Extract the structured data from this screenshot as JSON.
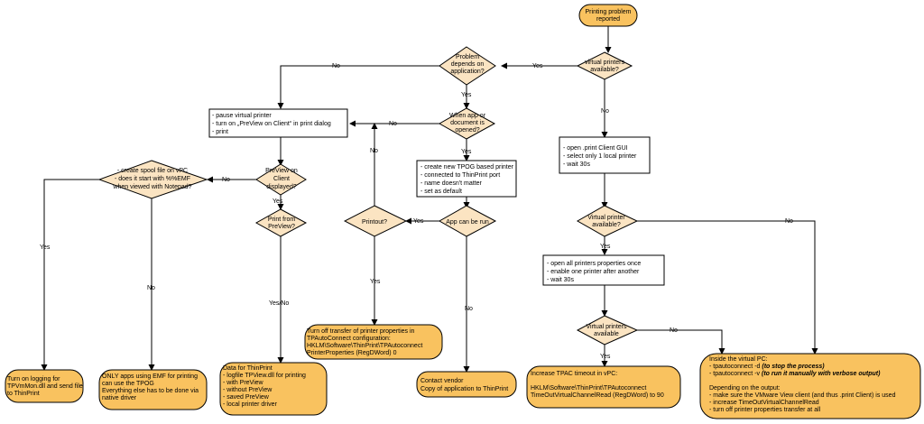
{
  "diagram": {
    "nodes": {
      "start": [
        "Printing problem",
        "reported"
      ],
      "virtual_printers": [
        "virtual printers",
        "available?"
      ],
      "depends_app": [
        "Problem",
        "depends on",
        "application?"
      ],
      "when_app": [
        "When app or",
        "document is",
        "opened?"
      ],
      "pause_box": [
        "- pause virtual printer",
        "- turn on „PreView on Client“ in print dialog",
        "- print"
      ],
      "open_gui": [
        "- open .print Client GUI",
        "- select only 1 local printer",
        "- wait 30s"
      ],
      "create_tpog": [
        "- create new TPOG based printer",
        "- connected to ThinPrint port",
        "- name doesn't matter",
        "- set as default"
      ],
      "preview_client": [
        "PreView on",
        "Client",
        "displayed?"
      ],
      "spool_file": [
        "- create spool file on vPC",
        "- does it start with %%EMF",
        "when viewed with Notepad?"
      ],
      "print_preview": [
        "Print from",
        "PreView?"
      ],
      "printout": [
        "Printout?"
      ],
      "app_run": [
        "App can be run"
      ],
      "vprinter_avail2": [
        "Virtual printer",
        "available?"
      ],
      "open_all": [
        "- open all printers properties once",
        "- enable one printer after another",
        "- wait 30s"
      ],
      "vprinters_avail3": [
        "Virtual printers",
        "available"
      ],
      "turn_off_transfer": [
        "Turn off transfer of printer properties in",
        "TPAutoConnect configuration:",
        "HKLM\\Software\\ThinPrint\\TPAutoconnect",
        "PrinterProperties (RegDWord) 0"
      ],
      "logging": [
        "Turn on logging for",
        "TPVmMon.dll and send file",
        "to ThinPrint"
      ],
      "only_apps": [
        "ONLY apps using EMF for printing",
        "can use the TPOG",
        "Everything else has to be done via",
        "native driver"
      ],
      "data_thinprint": [
        "Data for ThinPrint",
        "- logfile TPView.dll for printing",
        "  - with PreView",
        "  - without PreView",
        "- saved PreView",
        "- local printer driver"
      ],
      "contact_vendor": [
        "Contact vendor",
        "Copy of application to ThinPrint"
      ],
      "increase_tpac": [
        "Increase TPAC timeout in vPC:",
        "",
        "HKLM\\Software\\ThinPrint\\TPAutoconnect",
        "TimeOutVirtualChannelRead (RegDWord) to 90"
      ],
      "inside_vpc": [
        "Inside the virtual PC:",
        "- tpautoconnect -d (to stop the process)",
        "- tpautoconnect -v (to run it manually with verbose output)",
        "",
        "Depending on the output:",
        "- make sure the VMware View client (and thus .print Client) is used",
        "- increase TimeOutVirtualChannelRead",
        "- turn off printer properties transfer at all"
      ]
    },
    "edge_labels": {
      "yes": "Yes",
      "no": "No",
      "yes_no": "Yes/No"
    }
  }
}
